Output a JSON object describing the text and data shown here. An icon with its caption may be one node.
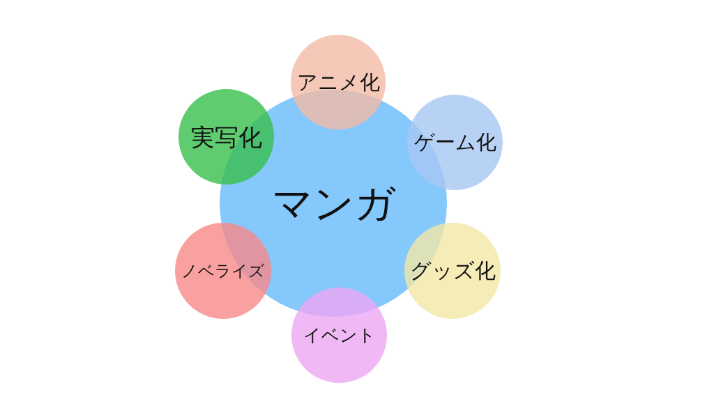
{
  "diagram": {
    "nodes": [
      {
        "text": [
          "マンガ"
        ]
      },
      {
        "text": [
          "アニメ化"
        ]
      },
      {
        "text": [
          "ゲーム化"
        ]
      },
      {
        "text": [
          "グッズ化"
        ]
      },
      {
        "text": [
          "イベント"
        ]
      },
      {
        "text": [
          "ノベライズ"
        ]
      },
      {
        "text": [
          "実写化"
        ]
      }
    ]
  }
}
